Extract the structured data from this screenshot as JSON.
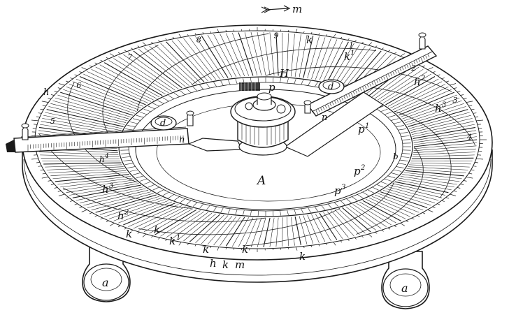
{
  "figure": {
    "ink_color": "#1a1a1a",
    "paper_color": "#ffffff",
    "labels": {
      "motion": "m",
      "hub": "H",
      "base": "A",
      "foot_left": "a",
      "foot_right": "a",
      "slider_left": "d",
      "slider_right": "d",
      "pointer": "p",
      "p1": "p",
      "p1_sup": "1",
      "p2": "p",
      "p2_sup": "2",
      "p3": "p",
      "p3_sup": "3",
      "n_left": "n",
      "n_right": "n",
      "k_top": "k",
      "k1_top": "k",
      "k1_top_sup": "1",
      "k2_right": "h",
      "k2_right_sup": "2",
      "h3_right": "h",
      "h3_right_sup": "3",
      "h3_left": "h",
      "h3_left_sup": "3",
      "h2_left": "h",
      "h2_left_sup": "2",
      "h4_left": "h",
      "h4_left_sup": "4",
      "k_b1": "k",
      "k_b2": "k",
      "k1_b": "k",
      "k1_b_sup": "1",
      "k_b3": "k",
      "k_b4": "k",
      "h_b": "h",
      "k_b5": "k",
      "m_b": "m",
      "k_right_bottom": "k",
      "b_label": "b",
      "h_outer": "h",
      "rim_numbers": [
        "5",
        "6",
        "7",
        "8",
        "9",
        "1",
        "2",
        "3",
        "4"
      ]
    }
  }
}
